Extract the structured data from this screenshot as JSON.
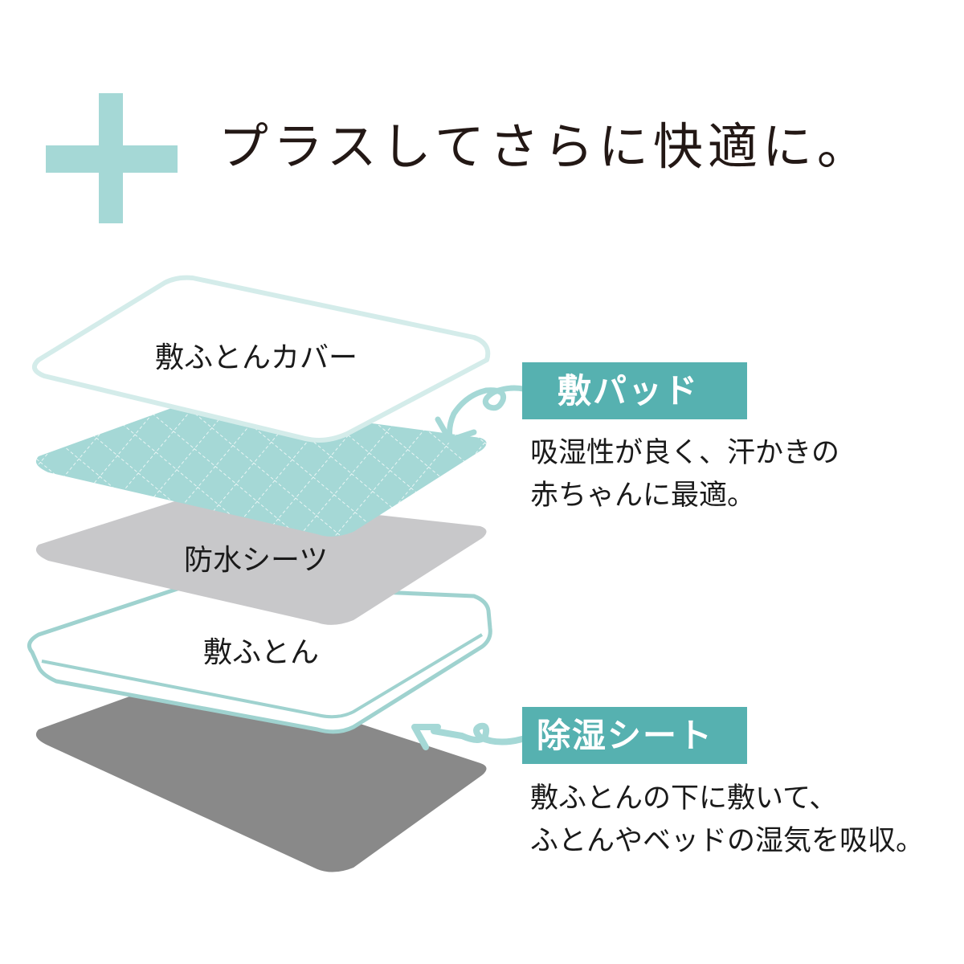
{
  "colors": {
    "mint": "#a5d8d6",
    "teal_tag": "#56b1b0",
    "mint_outline": "#d4ecea",
    "gray_sheet": "#c8c8ca",
    "dark_sheet": "#898989",
    "text": "#231815"
  },
  "header": {
    "icon": "plus-icon",
    "title": "プラスしてさらに快適に。"
  },
  "layers": [
    {
      "id": "cover",
      "label": "敷ふとんカバー"
    },
    {
      "id": "pad",
      "label": ""
    },
    {
      "id": "waterproof",
      "label": "防水シーツ"
    },
    {
      "id": "futon",
      "label": "敷ふとん"
    },
    {
      "id": "dehumidify",
      "label": ""
    }
  ],
  "callouts": [
    {
      "tag": "敷パッド",
      "description_lines": [
        "吸湿性が良く、汗かきの",
        "赤ちゃんに最適。"
      ]
    },
    {
      "tag": "除湿シート",
      "description_lines": [
        "敷ふとんの下に敷いて、",
        "ふとんやベッドの湿気を吸収。"
      ]
    }
  ]
}
